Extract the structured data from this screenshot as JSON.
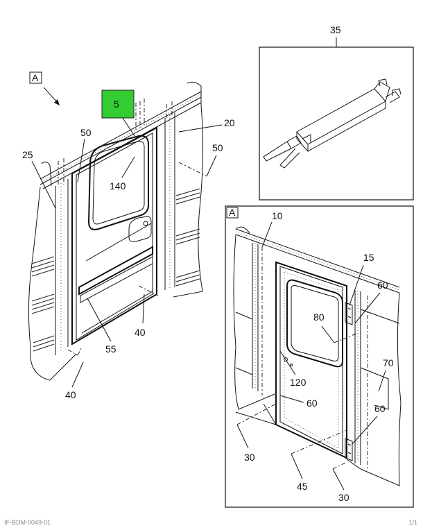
{
  "view_marker": "A",
  "detail_marker": "A",
  "highlight_color": "#33cc33",
  "callouts": {
    "c5": "5",
    "c20": "20",
    "c25": "25",
    "c50a": "50",
    "c50b": "50",
    "c140": "140",
    "c40a": "40",
    "c40b": "40",
    "c55": "55",
    "c35": "35",
    "c10": "10",
    "c15": "15",
    "c60a": "60",
    "c60b": "60",
    "c60c": "60",
    "c80": "80",
    "c70": "70",
    "c120": "120",
    "c30a": "30",
    "c30b": "30",
    "c45": "45"
  },
  "footer": {
    "left": "IF-BDM-0049-01",
    "right": "1/1"
  }
}
